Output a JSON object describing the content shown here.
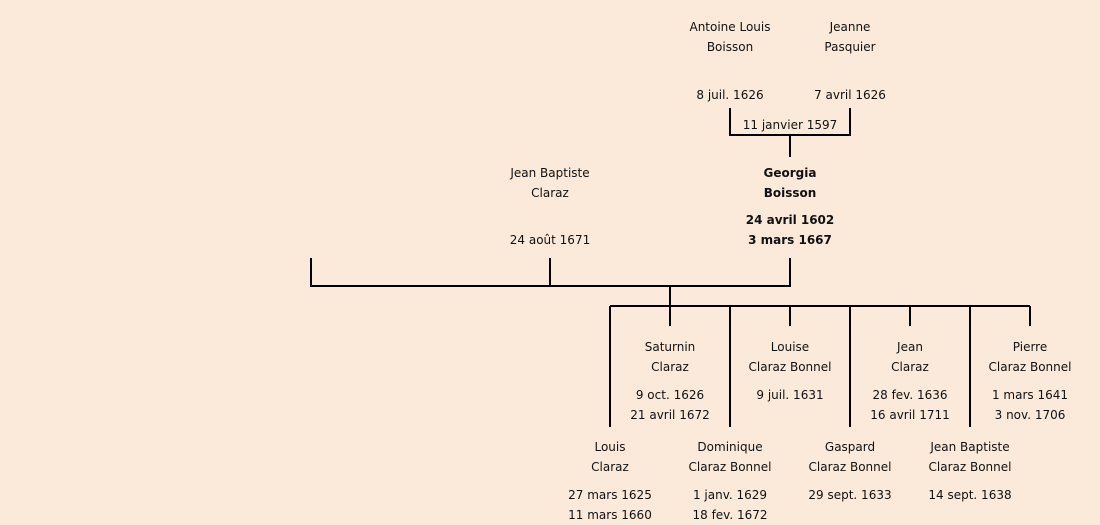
{
  "grandparents": [
    {
      "first": "Antoine Louis",
      "last": "Boisson",
      "dates": [
        "8 juil. 1626"
      ]
    },
    {
      "first": "Jeanne",
      "last": "Pasquier",
      "dates": [
        "7 avril 1626"
      ]
    }
  ],
  "grandparents_marriage": "11 janvier 1597",
  "spouse": {
    "first": "Jean Baptiste",
    "last": "Claraz",
    "dates": [
      "24 août 1671"
    ]
  },
  "focus": {
    "first": "Georgia",
    "last": "Boisson",
    "dates": [
      "24 avril 1602",
      "3 mars 1667"
    ]
  },
  "children_upper": [
    {
      "first": "Saturnin",
      "last": "Claraz",
      "dates": [
        "9 oct. 1626",
        "21 avril 1672"
      ]
    },
    {
      "first": "Louise",
      "last": "Claraz Bonnel",
      "dates": [
        "9 juil. 1631"
      ]
    },
    {
      "first": "Jean",
      "last": "Claraz",
      "dates": [
        "28 fev. 1636",
        "16 avril 1711"
      ]
    },
    {
      "first": "Pierre",
      "last": "Claraz Bonnel",
      "dates": [
        "1 mars 1641",
        "3 nov. 1706"
      ]
    }
  ],
  "children_lower": [
    {
      "first": "Louis",
      "last": "Claraz",
      "dates": [
        "27 mars 1625",
        "11 mars 1660"
      ]
    },
    {
      "first": "Dominique",
      "last": "Claraz Bonnel",
      "dates": [
        "1 janv. 1629",
        "18 fev. 1672"
      ]
    },
    {
      "first": "Gaspard",
      "last": "Claraz Bonnel",
      "dates": [
        "29 sept. 1633"
      ]
    },
    {
      "first": "Jean Baptiste",
      "last": "Claraz Bonnel",
      "dates": [
        "14 sept. 1638"
      ]
    }
  ]
}
